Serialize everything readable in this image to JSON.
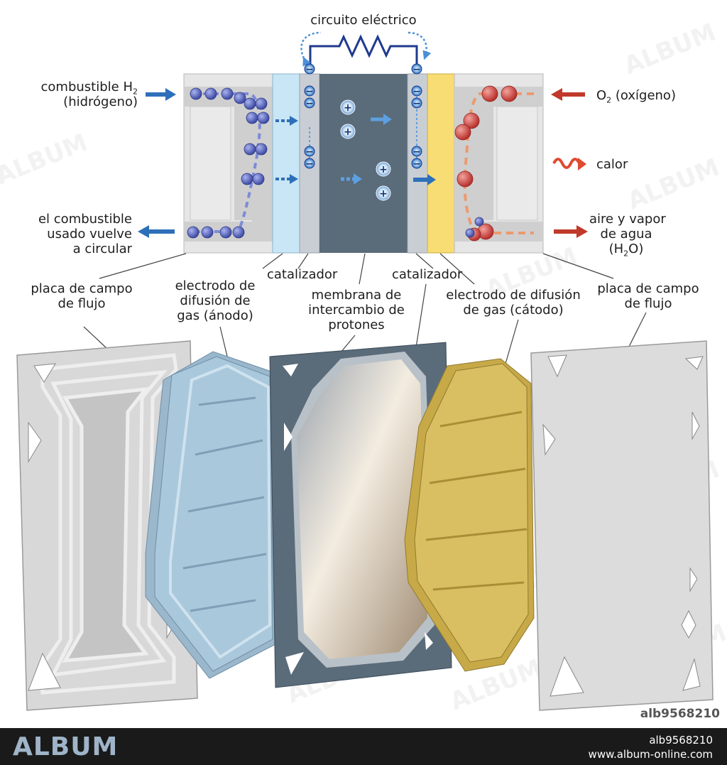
{
  "labels": {
    "circuit": "circuito eléctrico",
    "fuel_in_1": "combustible H",
    "fuel_in_sub": "2",
    "fuel_in_2": "(hidrógeno)",
    "oxygen_pre": "O",
    "oxygen_sub": "2",
    "oxygen_post": " (oxígeno)",
    "heat": "calor",
    "recirc_1": "el combustible",
    "recirc_2": "usado vuelve",
    "recirc_3": "a circular",
    "exhaust_1": "aire y vapor",
    "exhaust_2": "de agua",
    "exhaust_3a": "(H",
    "exhaust_sub": "2",
    "exhaust_3b": "O)",
    "catalyst_left": "catalizador",
    "catalyst_right": "catalizador",
    "plate_left_1": "placa de campo",
    "plate_left_2": "de flujo",
    "anode_1": "electrodo de",
    "anode_2": "difusión de",
    "anode_3": "gas (ánodo)",
    "membrane_1": "membrana de",
    "membrane_2": "intercambio de",
    "membrane_3": "protones",
    "cathode_1": "electrodo de difusión",
    "cathode_2": "de gas (cátodo)",
    "plate_right_1": "placa de campo",
    "plate_right_2": "de flujo"
  },
  "symbols": {
    "electron": "−",
    "proton": "+"
  },
  "watermark": "ALBUM",
  "footer": {
    "brand": "ALBUM",
    "image_id": "alb9568210",
    "site": "www.album-online.com",
    "corner_id": "alb9568210"
  },
  "colors": {
    "hydrogen": "#4f5fb8",
    "oxygen": "#d24a45",
    "anode": "#a9c8dc",
    "cathode": "#d9bf62",
    "membrane": "#5a6b7a",
    "plate": "#d9d9d9",
    "arrow_blue": "#2e6fba",
    "arrow_red": "#c0392b"
  }
}
